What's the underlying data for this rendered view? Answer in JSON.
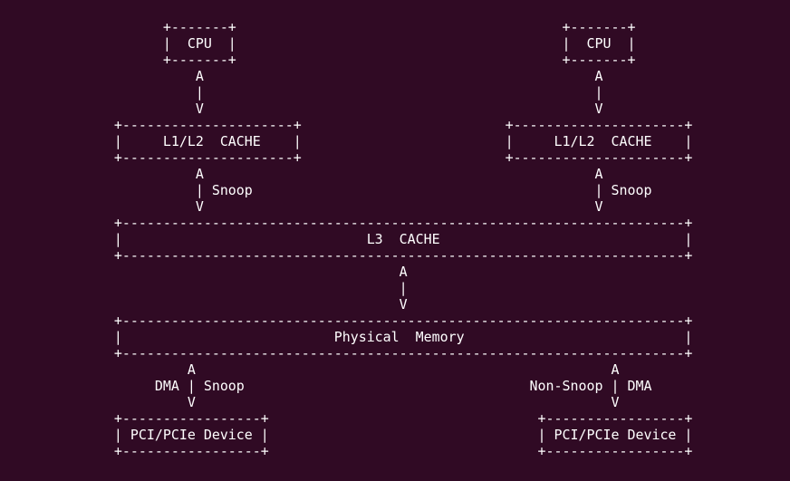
{
  "terminal": {
    "background": "#300a24",
    "foreground": "#ffffff",
    "lines": [
      "",
      "                    +-------+                                        +-------+",
      "                    |  CPU  |                                        |  CPU  |",
      "                    +-------+                                        +-------+",
      "                        A                                                A",
      "                        |                                                |",
      "                        V                                                V",
      "              +---------------------+                         +---------------------+",
      "              |     L1/L2  CACHE    |                         |     L1/L2  CACHE    |",
      "              +---------------------+                         +---------------------+",
      "                        A                                                A",
      "                        | Snoop                                          | Snoop",
      "                        V                                                V",
      "              +---------------------------------------------------------------------+",
      "              |                              L3  CACHE                              |",
      "              +---------------------------------------------------------------------+",
      "                                                 A",
      "                                                 |",
      "                                                 V",
      "              +---------------------------------------------------------------------+",
      "              |                          Physical  Memory                           |",
      "              +---------------------------------------------------------------------+",
      "                       A                                                   A",
      "                   DMA | Snoop                                   Non-Snoop | DMA",
      "                       V                                                   V",
      "              +-----------------+                                 +-----------------+",
      "              | PCI/PCIe Device |                                 | PCI/PCIe Device |",
      "              +-----------------+                                 +-----------------+",
      "",
      ""
    ]
  },
  "diagram": {
    "nodes": [
      {
        "label": "CPU",
        "position": "top-left"
      },
      {
        "label": "CPU",
        "position": "top-right"
      },
      {
        "label": "L1/L2  CACHE",
        "position": "upper-left"
      },
      {
        "label": "L1/L2  CACHE",
        "position": "upper-right"
      },
      {
        "label": "L3  CACHE",
        "position": "middle-full-width"
      },
      {
        "label": "Physical  Memory",
        "position": "lower-full-width"
      },
      {
        "label": "PCI/PCIe Device",
        "position": "bottom-left"
      },
      {
        "label": "PCI/PCIe Device",
        "position": "bottom-right"
      }
    ],
    "edges": [
      {
        "from": "CPU (left)",
        "to": "L1/L2 CACHE (left)",
        "label": "",
        "bidirectional": true
      },
      {
        "from": "CPU (right)",
        "to": "L1/L2 CACHE (right)",
        "label": "",
        "bidirectional": true
      },
      {
        "from": "L1/L2 CACHE (left)",
        "to": "L3 CACHE",
        "label": "Snoop",
        "bidirectional": true
      },
      {
        "from": "L1/L2 CACHE (right)",
        "to": "L3 CACHE",
        "label": "Snoop",
        "bidirectional": true
      },
      {
        "from": "L3 CACHE",
        "to": "Physical Memory",
        "label": "",
        "bidirectional": true
      },
      {
        "from": "PCI/PCIe Device (left)",
        "to": "Physical Memory",
        "label": "DMA | Snoop",
        "bidirectional": true
      },
      {
        "from": "PCI/PCIe Device (right)",
        "to": "Physical Memory",
        "label": "Non-Snoop | DMA",
        "bidirectional": true
      }
    ]
  }
}
